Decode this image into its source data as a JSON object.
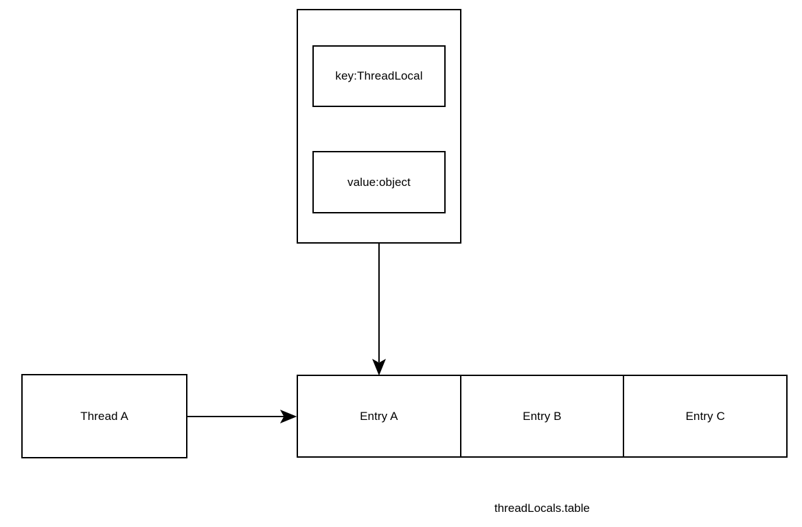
{
  "diagram": {
    "title": "threadLocals.table",
    "background_color": "#ffffff",
    "stroke_color": "#000000",
    "text_color": "#000000"
  },
  "entry_detail": {
    "key_field": "key:ThreadLocal",
    "value_field": "value:object"
  },
  "thread": {
    "label": "Thread A"
  },
  "table": {
    "caption": "threadLocals.table",
    "cells": [
      {
        "label": "Entry A"
      },
      {
        "label": "Entry B"
      },
      {
        "label": "Entry C"
      }
    ]
  },
  "edges": [
    {
      "name": "thread-to-entry-a",
      "from": "Thread A",
      "to": "Entry A",
      "direction": "right",
      "arrowhead": "filled-triangle"
    },
    {
      "name": "entry-detail-to-entry-a",
      "from": "Entry detail",
      "to": "Entry A",
      "direction": "down",
      "arrowhead": "filled-triangle"
    }
  ]
}
